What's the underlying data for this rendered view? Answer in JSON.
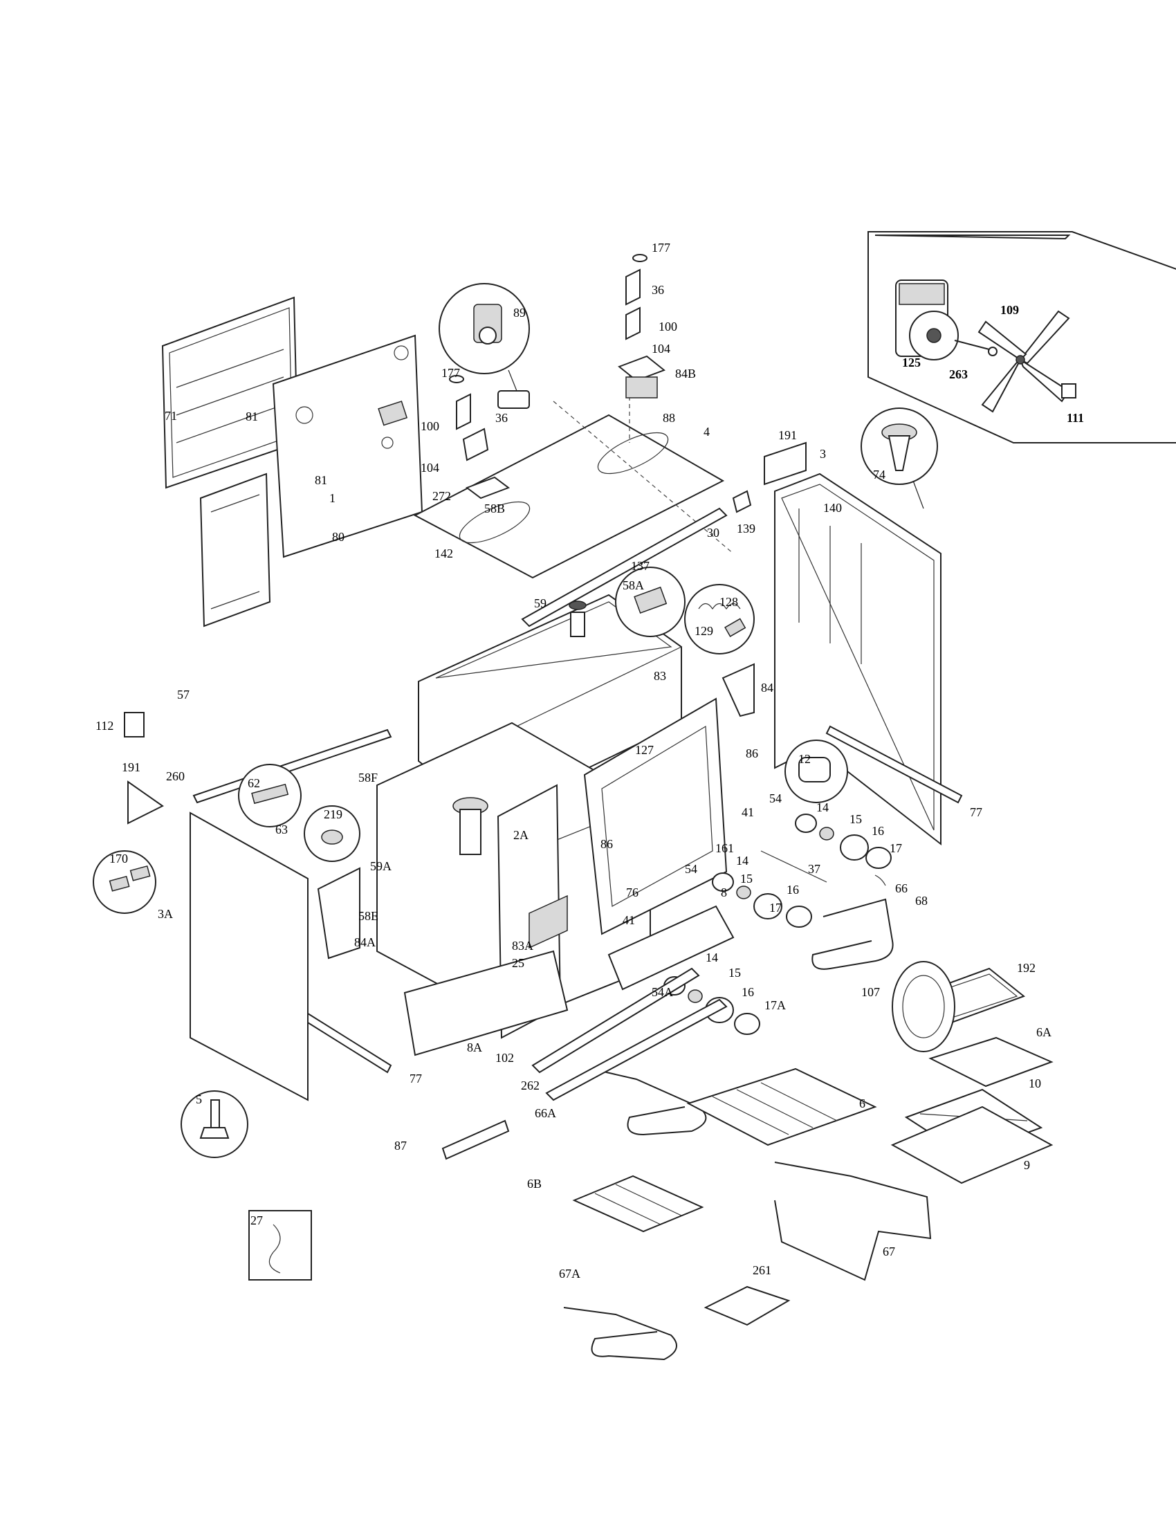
{
  "callouts": [
    {
      "id": "c177a",
      "label": "177"
    },
    {
      "id": "c36a",
      "label": "36"
    },
    {
      "id": "c100a",
      "label": "100"
    },
    {
      "id": "c104a",
      "label": "104"
    },
    {
      "id": "c84B",
      "label": "84B"
    },
    {
      "id": "c89",
      "label": "89"
    },
    {
      "id": "c177b",
      "label": "177"
    },
    {
      "id": "c36b",
      "label": "36"
    },
    {
      "id": "c100b",
      "label": "100"
    },
    {
      "id": "c104b",
      "label": "104"
    },
    {
      "id": "c88",
      "label": "88"
    },
    {
      "id": "c4",
      "label": "4"
    },
    {
      "id": "c191a",
      "label": "191"
    },
    {
      "id": "c3",
      "label": "3"
    },
    {
      "id": "c74",
      "label": "74"
    },
    {
      "id": "c109",
      "label": "109"
    },
    {
      "id": "c125",
      "label": "125"
    },
    {
      "id": "c263",
      "label": "263"
    },
    {
      "id": "c111",
      "label": "111"
    },
    {
      "id": "c81a",
      "label": "81"
    },
    {
      "id": "c71",
      "label": "71"
    },
    {
      "id": "c81b",
      "label": "81"
    },
    {
      "id": "c1",
      "label": "1"
    },
    {
      "id": "c272",
      "label": "272"
    },
    {
      "id": "c80",
      "label": "80"
    },
    {
      "id": "c58B",
      "label": "58B"
    },
    {
      "id": "c142",
      "label": "142"
    },
    {
      "id": "c30",
      "label": "30"
    },
    {
      "id": "c139",
      "label": "139"
    },
    {
      "id": "c140",
      "label": "140"
    },
    {
      "id": "c137",
      "label": "137"
    },
    {
      "id": "c128",
      "label": "128"
    },
    {
      "id": "c129",
      "label": "129"
    },
    {
      "id": "c59",
      "label": "59"
    },
    {
      "id": "c58A",
      "label": "58A"
    },
    {
      "id": "c57",
      "label": "57"
    },
    {
      "id": "c112",
      "label": "112"
    },
    {
      "id": "c84",
      "label": "84"
    },
    {
      "id": "c83",
      "label": "83"
    },
    {
      "id": "c12",
      "label": "12"
    },
    {
      "id": "c191b",
      "label": "191"
    },
    {
      "id": "c260",
      "label": "260"
    },
    {
      "id": "c58F",
      "label": "58F"
    },
    {
      "id": "c62",
      "label": "62"
    },
    {
      "id": "c63",
      "label": "63"
    },
    {
      "id": "c127",
      "label": "127"
    },
    {
      "id": "c86a",
      "label": "86"
    },
    {
      "id": "c77a",
      "label": "77"
    },
    {
      "id": "c54a",
      "label": "54"
    },
    {
      "id": "c14a",
      "label": "14"
    },
    {
      "id": "c15a",
      "label": "15"
    },
    {
      "id": "c16a",
      "label": "16"
    },
    {
      "id": "c17a",
      "label": "17"
    },
    {
      "id": "c41a",
      "label": "41"
    },
    {
      "id": "c219",
      "label": "219"
    },
    {
      "id": "c2A",
      "label": "2A"
    },
    {
      "id": "c86b",
      "label": "86"
    },
    {
      "id": "c161",
      "label": "161"
    },
    {
      "id": "c54b",
      "label": "54"
    },
    {
      "id": "c14b",
      "label": "14"
    },
    {
      "id": "c37",
      "label": "37"
    },
    {
      "id": "c170",
      "label": "170"
    },
    {
      "id": "c59A",
      "label": "59A"
    },
    {
      "id": "c8",
      "label": "8"
    },
    {
      "id": "c15b",
      "label": "15"
    },
    {
      "id": "c16b",
      "label": "16"
    },
    {
      "id": "c66",
      "label": "66"
    },
    {
      "id": "c68",
      "label": "68"
    },
    {
      "id": "c76",
      "label": "76"
    },
    {
      "id": "c17b",
      "label": "17"
    },
    {
      "id": "c3A",
      "label": "3A"
    },
    {
      "id": "c58E",
      "label": "58E"
    },
    {
      "id": "c41b",
      "label": "41"
    },
    {
      "id": "c84A",
      "label": "84A"
    },
    {
      "id": "c83A",
      "label": "83A"
    },
    {
      "id": "c25",
      "label": "25"
    },
    {
      "id": "c192",
      "label": "192"
    },
    {
      "id": "c14c",
      "label": "14"
    },
    {
      "id": "c15c",
      "label": "15"
    },
    {
      "id": "c107",
      "label": "107"
    },
    {
      "id": "c54A",
      "label": "54A"
    },
    {
      "id": "c16c",
      "label": "16"
    },
    {
      "id": "c17A",
      "label": "17A"
    },
    {
      "id": "c6A",
      "label": "6A"
    },
    {
      "id": "c8A",
      "label": "8A"
    },
    {
      "id": "c102",
      "label": "102"
    },
    {
      "id": "c77b",
      "label": "77"
    },
    {
      "id": "c262",
      "label": "262"
    },
    {
      "id": "c5",
      "label": "5"
    },
    {
      "id": "c10",
      "label": "10"
    },
    {
      "id": "c6",
      "label": "6"
    },
    {
      "id": "c66A",
      "label": "66A"
    },
    {
      "id": "c9",
      "label": "9"
    },
    {
      "id": "c87",
      "label": "87"
    },
    {
      "id": "c6B",
      "label": "6B"
    },
    {
      "id": "c27",
      "label": "27"
    },
    {
      "id": "c67",
      "label": "67"
    },
    {
      "id": "c67A",
      "label": "67A"
    },
    {
      "id": "c261",
      "label": "261"
    }
  ]
}
